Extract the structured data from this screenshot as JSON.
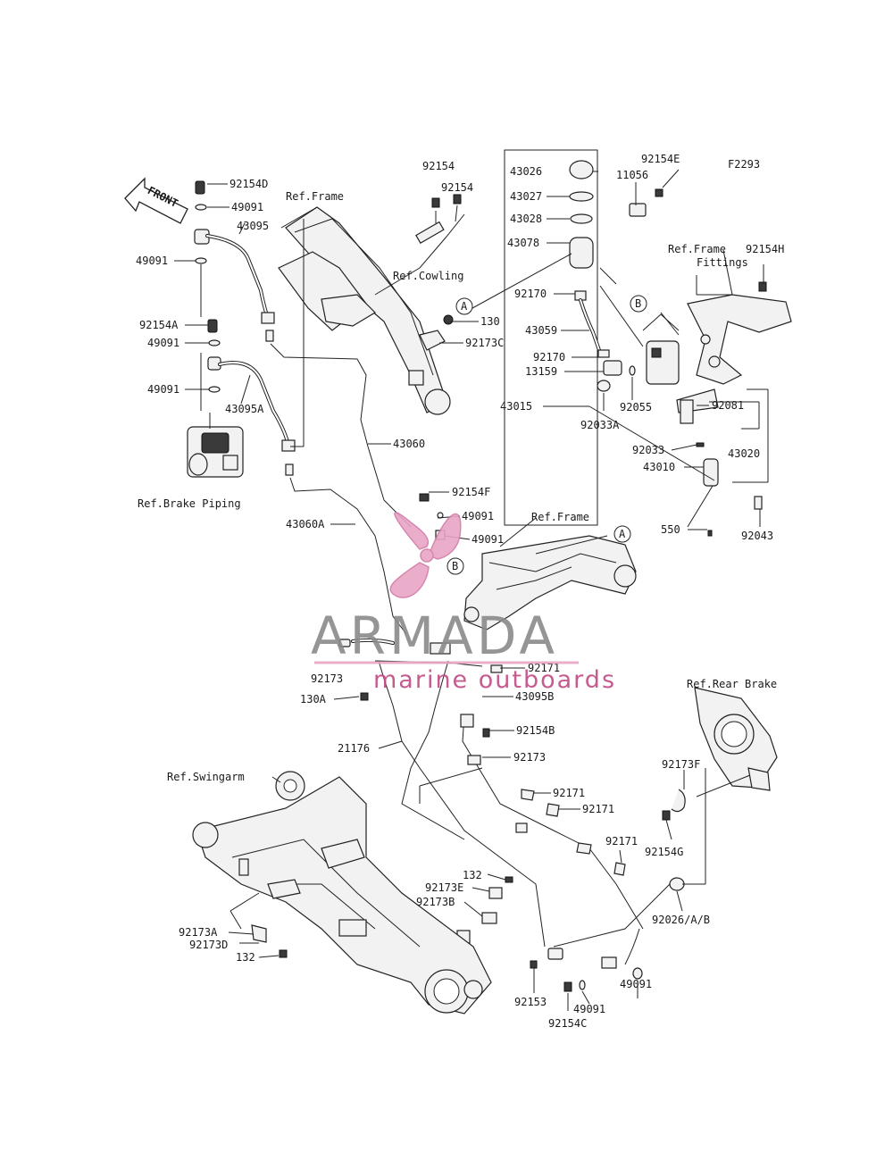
{
  "diagram": {
    "figure_code": "F2293",
    "front_label": "FRONT",
    "references": {
      "ref_frame_top": "Ref.Frame",
      "ref_cowling": "Ref.Cowling",
      "ref_frame_fittings_1": "Ref.Frame",
      "ref_frame_fittings_2": "Fittings",
      "ref_brake_piping": "Ref.Brake Piping",
      "ref_frame_mid": "Ref.Frame",
      "ref_rear_brake": "Ref.Rear Brake",
      "ref_swingarm": "Ref.Swingarm"
    },
    "markers": {
      "a1": "A",
      "a2": "A",
      "b1": "B",
      "b2": "B"
    },
    "parts": {
      "p92154D": "92154D",
      "p49091_a": "49091",
      "p43095": "43095",
      "p49091_b": "49091",
      "p92154A": "92154A",
      "p49091_c": "49091",
      "p49091_d": "49091",
      "p43095A": "43095A",
      "p92154_a": "92154",
      "p92154_b": "92154",
      "p130": "130",
      "p92173C": "92173C",
      "p43026": "43026",
      "p43027": "43027",
      "p43028": "43028",
      "p43078": "43078",
      "p11056": "11056",
      "p92154E": "92154E",
      "p92154H": "92154H",
      "p92170_a": "92170",
      "p43059": "43059",
      "p92170_b": "92170",
      "p13159": "13159",
      "p43015": "43015",
      "p92033A": "92033A",
      "p92055": "92055",
      "p92081": "92081",
      "p92033": "92033",
      "p43020": "43020",
      "p43010": "43010",
      "p550": "550",
      "p92043": "92043",
      "p43060": "43060",
      "p92154F": "92154F",
      "p49091_e": "49091",
      "p49091_f": "49091",
      "p43060A": "43060A",
      "p92173": "92173",
      "p92171_a": "92171",
      "p130A": "130A",
      "p43095B": "43095B",
      "p92154B": "92154B",
      "p21176": "21176",
      "p92173_b": "92173",
      "p92171_b": "92171",
      "p92171_c": "92171",
      "p92171_d": "92171",
      "p92173F": "92173F",
      "p92154G": "92154G",
      "p132_a": "132",
      "p92173E": "92173E",
      "p92173B": "92173B",
      "p92026": "92026/A/B",
      "p92173A": "92173A",
      "p92173D": "92173D",
      "p132_b": "132",
      "p92153": "92153",
      "p49091_g": "49091",
      "p49091_h": "49091",
      "p92154C": "92154C"
    }
  },
  "watermark": {
    "title": "ARMADA",
    "subtitle": "marine outboards",
    "colors": {
      "pink": "#e8a6c6",
      "gray": "#8a8a8a",
      "magenta": "#c04a83"
    }
  }
}
